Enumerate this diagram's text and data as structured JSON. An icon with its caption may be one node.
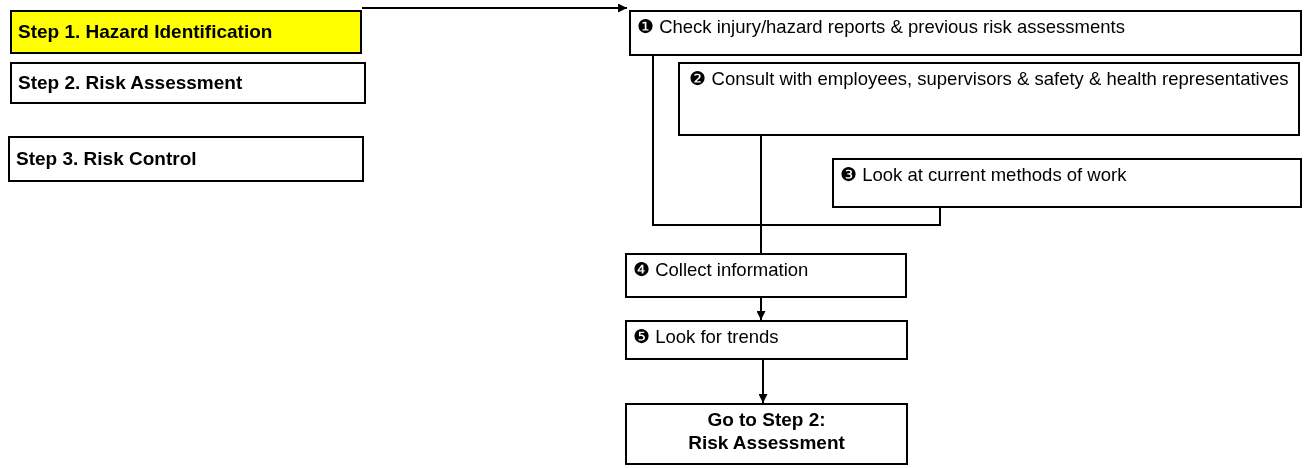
{
  "diagram": {
    "nodes": [
      {
        "text": [
          "Step 1. Hazard Identification"
        ]
      },
      {
        "text": [
          "Step 2. Risk Assessment"
        ]
      },
      {
        "text": [
          "Step 3. Risk Control"
        ]
      },
      {
        "text": [
          "❶ Check injury/hazard reports & previous risk assessments"
        ]
      },
      {
        "text": [
          "❷ Consult with employees, supervisors & safety & health representatives"
        ]
      },
      {
        "text": [
          "❸ Look at current methods of work"
        ]
      },
      {
        "text": [
          "❹ Collect information"
        ]
      },
      {
        "text": [
          "❺ Look for trends"
        ]
      },
      {
        "text": [
          "Go to Step 2: Risk Assessment"
        ]
      }
    ],
    "edges": [
      {
        "from": 0,
        "to": 3,
        "arrow": "to"
      },
      {
        "from": 3,
        "to": 6,
        "arrow": "none"
      },
      {
        "from": 5,
        "to": 6,
        "arrow": "none"
      },
      {
        "from": 4,
        "to": 6,
        "arrow": "none"
      },
      {
        "from": 6,
        "to": 7,
        "arrow": "to"
      },
      {
        "from": 7,
        "to": 8,
        "arrow": "to"
      }
    ]
  }
}
